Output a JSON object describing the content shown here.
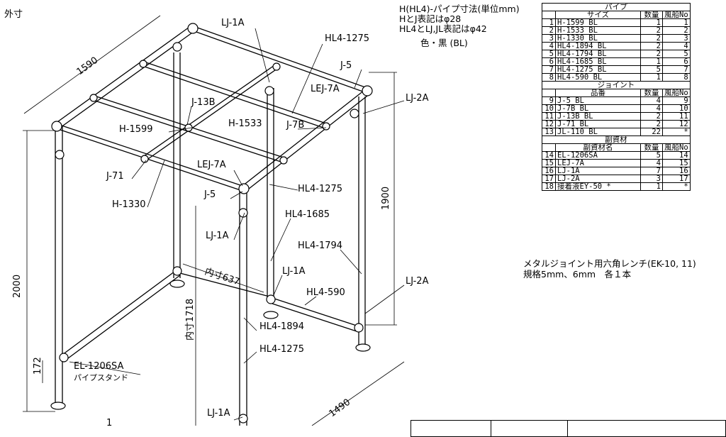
{
  "drawing": {
    "view_label": "外寸",
    "dims": {
      "d1590": "1590",
      "d1490": "1490",
      "d2000": "2000",
      "d1900": "1900",
      "d172": "172",
      "in637": "内寸637",
      "in1718": "内寸1718",
      "d1x": "1"
    },
    "labels": {
      "lj1a_top": "LJ-1A",
      "hl4_1275_a": "HL4-1275",
      "j5_a": "J-5",
      "lej7a_a": "LEJ-7A",
      "lj2a_a": "LJ-2A",
      "j13b": "J-13B",
      "h1533": "H-1533",
      "j7b": "J-7B",
      "h1599": "H-1599",
      "j71": "J-71",
      "h1330": "H-1330",
      "lej7a_b": "LEJ-7A",
      "j5_b": "J-5",
      "hl4_1275_b": "HL4-1275",
      "hl4_1685": "HL4-1685",
      "lj1a_mid": "LJ-1A",
      "hl4_1794": "HL4-1794",
      "lj1a_c": "LJ-1A",
      "lj2a_b": "LJ-2A",
      "hl4_590": "HL4-590",
      "hl4_1894": "HL4-1894",
      "hl4_1275_c": "HL4-1275",
      "el1206sa": "EL-1206SA",
      "pipe_stand": "パイプスタンド",
      "lj1a_bot": "LJ-1A"
    }
  },
  "notes": {
    "line1": "H(HL4)-パイプ寸法(単位mm)",
    "line2": "HとJ表記はφ28",
    "line3": "HL4とLJ,JL表記はφ42",
    "color": "色・黒 (BL)"
  },
  "parts_table": {
    "pipe_title": "パイプ",
    "pipe_headers": [
      "サイズ",
      "数量",
      "風船No"
    ],
    "pipes": [
      {
        "n": "1",
        "name": "H-1599 BL",
        "qty": "1",
        "no": "1"
      },
      {
        "n": "2",
        "name": "H-1533 BL",
        "qty": "2",
        "no": "2"
      },
      {
        "n": "3",
        "name": "H-1330 BL",
        "qty": "2",
        "no": "3"
      },
      {
        "n": "4",
        "name": "HL4-1894 BL",
        "qty": "2",
        "no": "4"
      },
      {
        "n": "5",
        "name": "HL4-1794 BL",
        "qty": "2",
        "no": "5"
      },
      {
        "n": "6",
        "name": "HL4-1685 BL",
        "qty": "1",
        "no": "6"
      },
      {
        "n": "7",
        "name": "HL4-1275 BL",
        "qty": "5",
        "no": "7"
      },
      {
        "n": "8",
        "name": "HL4-590 BL",
        "qty": "1",
        "no": "8"
      }
    ],
    "joint_title": "ジョイント",
    "joint_headers": [
      "品番",
      "数量",
      "風船No"
    ],
    "joints": [
      {
        "n": "9",
        "name": "J-5 BL",
        "qty": "4",
        "no": "9"
      },
      {
        "n": "10",
        "name": "J-7B BL",
        "qty": "4",
        "no": "10"
      },
      {
        "n": "11",
        "name": "J-13B BL",
        "qty": "2",
        "no": "11"
      },
      {
        "n": "12",
        "name": "J-71 BL",
        "qty": "2",
        "no": "12"
      },
      {
        "n": "13",
        "name": "JL-110 BL",
        "qty": "22",
        "no": "*"
      }
    ],
    "sub_title": "副資材",
    "sub_headers": [
      "副資材名",
      "数量",
      "風船No"
    ],
    "subs": [
      {
        "n": "14",
        "name": "EL-1206SA",
        "qty": "5",
        "no": "14"
      },
      {
        "n": "15",
        "name": "LEJ-7A",
        "qty": "4",
        "no": "15"
      },
      {
        "n": "16",
        "name": "LJ-1A",
        "qty": "7",
        "no": "16"
      },
      {
        "n": "17",
        "name": "LJ-2A",
        "qty": "3",
        "no": "17"
      },
      {
        "n": "18",
        "name": "接着液EY-50 *",
        "qty": "1",
        "no": "*"
      }
    ]
  },
  "tool_note": {
    "line1": "メタルジョイント用六角レンチ(EK-10, 11)",
    "line2": "規格5mm、6mm　各１本"
  }
}
